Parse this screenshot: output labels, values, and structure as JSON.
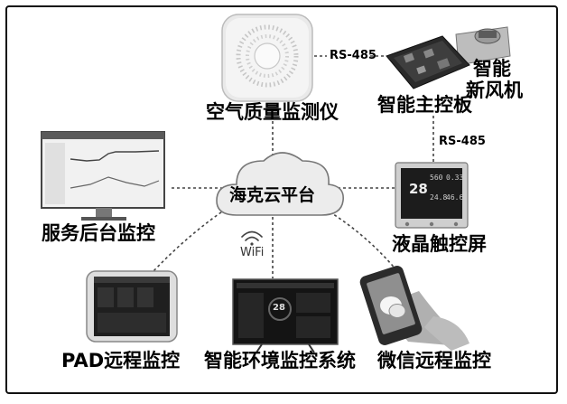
{
  "nodes": {
    "air_monitor": "空气质量监测仪",
    "main_board": "智能主控板",
    "fresh_air_line1": "智能",
    "fresh_air_line2": "新风机",
    "backend": "服务后台监控",
    "cloud": "海克云平台",
    "lcd": "液晶触控屏",
    "pad": "PAD远程监控",
    "tv": "智能环境监控系统",
    "wechat": "微信远程监控"
  },
  "links": {
    "rs485_top": "RS-485",
    "rs485_side": "RS-485",
    "wifi": "WiFi"
  },
  "lcd_screen": {
    "temp": "28",
    "v1": "560",
    "v2": "0.33",
    "v3": "24.8",
    "v4": "46.6"
  },
  "tv_screen": {
    "reading": "28"
  },
  "colors": {
    "line": "#444444",
    "device_dark": "#1a1a1a",
    "device_gray": "#8a8a8a"
  }
}
